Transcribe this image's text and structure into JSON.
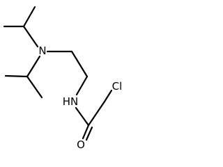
{
  "structure": {
    "atoms": {
      "amine_nitrogen": "N",
      "amide_nitrogen": "HN",
      "chlorine": "Cl",
      "oxygen": "O"
    }
  }
}
